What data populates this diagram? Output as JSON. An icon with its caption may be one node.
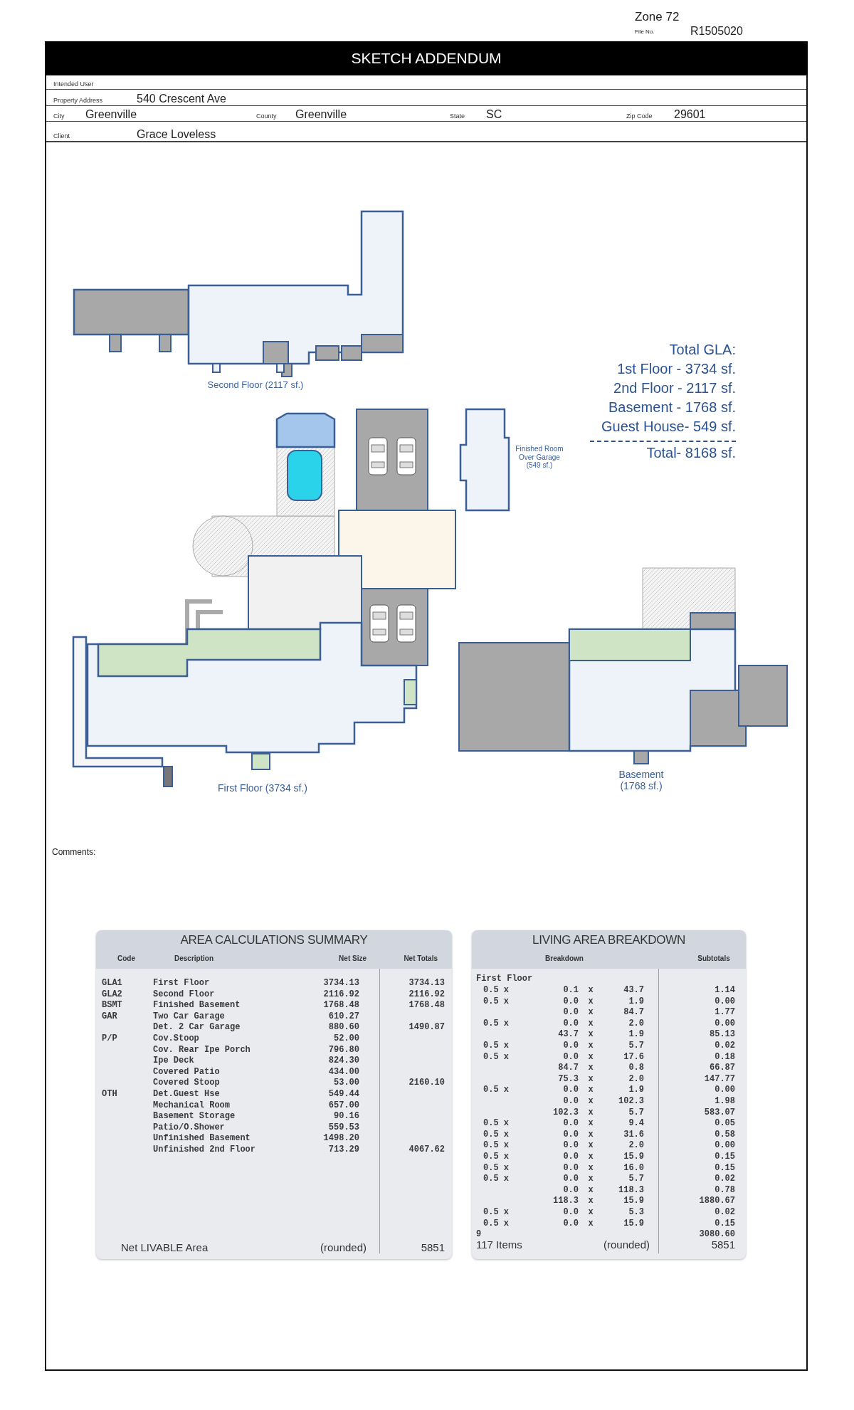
{
  "diagram": {
    "title": "SKETCH ADDENDUM",
    "nodes": [
      {
        "text": [
          "Second Floor (2117 sf.)"
        ]
      },
      {
        "text": [
          "Finished Room Over Garage (549 sf.)"
        ]
      },
      {
        "text": [
          "First Floor (3734 sf.)"
        ]
      },
      {
        "text": [
          "Basement (1768 sf.)"
        ]
      }
    ],
    "labels": [
      "Zone 72",
      "File No.",
      "R1505020",
      "Intended User",
      "Property Address",
      "540 Crescent Ave",
      "City",
      "Greenville",
      "County",
      "Greenville",
      "State",
      "SC",
      "Zip Code",
      "29601",
      "Client",
      "Grace Loveless",
      "Total GLA:",
      "1st Floor - 3734 sf.",
      "2nd Floor - 2117 sf.",
      "Basement - 1768 sf.",
      "Guest House- 549 sf.",
      "Total- 8168 sf.",
      "Comments:",
      "AREA CALCULATIONS SUMMARY",
      "Code",
      "Description",
      "Net Size",
      "Net Totals",
      "GLA1",
      "First Floor",
      "3734.13",
      "3734.13",
      "GLA2",
      "Second Floor",
      "2116.92",
      "2116.92",
      "BSMT",
      "Finished Basement",
      "1768.48",
      "1768.48",
      "GAR",
      "Two Car Garage",
      "610.27",
      "Det. 2 Car Garage",
      "880.60",
      "1490.87",
      "P/P",
      "Cov.Stoop",
      "52.00",
      "Cov. Rear Ipe Porch",
      "796.80",
      "Ipe Deck",
      "824.30",
      "Covered Patio",
      "434.00",
      "Covered Stoop",
      "53.00",
      "2160.10",
      "OTH",
      "Det.Guest Hse",
      "549.44",
      "Mechanical Room",
      "657.00",
      "Basement Storage",
      "90.16",
      "Patio/O.Shower",
      "559.53",
      "Unfinished Basement",
      "1498.20",
      "Unfinished 2nd Floor",
      "713.29",
      "4067.62",
      "Net LIVABLE Area",
      "(rounded)",
      "5851",
      "LIVING AREA BREAKDOWN",
      "Breakdown",
      "Subtotals",
      "First Floor",
      "0.5 x",
      "0.1",
      "x",
      "43.7",
      "1.14",
      "0.5 x",
      "0.0",
      "x",
      "1.9",
      "0.00",
      "0.0",
      "x",
      "84.7",
      "1.77",
      "0.5 x",
      "0.0",
      "x",
      "2.0",
      "0.00",
      "43.7",
      "x",
      "1.9",
      "85.13",
      "0.5 x",
      "0.0",
      "x",
      "5.7",
      "0.02",
      "0.5 x",
      "0.0",
      "x",
      "17.6",
      "0.18",
      "84.7",
      "x",
      "0.8",
      "66.87",
      "75.3",
      "x",
      "2.0",
      "147.77",
      "0.5 x",
      "0.0",
      "x",
      "1.9",
      "0.00",
      "0.0",
      "x",
      "102.3",
      "1.98",
      "102.3",
      "x",
      "5.7",
      "583.07",
      "0.5 x",
      "0.0",
      "x",
      "9.4",
      "0.05",
      "0.5 x",
      "0.0",
      "x",
      "31.6",
      "0.58",
      "0.5 x",
      "0.0",
      "x",
      "2.0",
      "0.00",
      "0.5 x",
      "0.0",
      "x",
      "15.9",
      "0.15",
      "0.5 x",
      "0.0",
      "x",
      "16.0",
      "0.15",
      "0.5 x",
      "0.0",
      "x",
      "5.7",
      "0.02",
      "0.0",
      "x",
      "118.3",
      "0.78",
      "118.3",
      "x",
      "15.9",
      "1880.67",
      "0.5 x",
      "0.0",
      "x",
      "5.3",
      "0.02",
      "0.5 x",
      "0.0",
      "x",
      "15.9",
      "0.15",
      "9",
      "3080.60",
      "117 Items",
      "(rounded)",
      "5851"
    ]
  }
}
